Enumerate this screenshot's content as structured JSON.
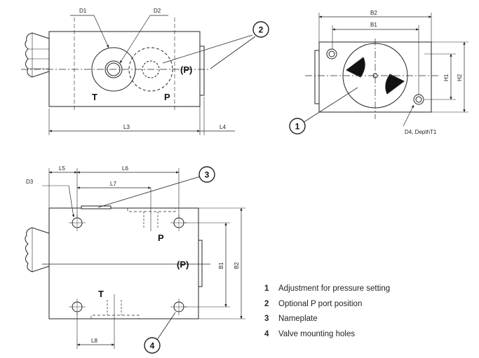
{
  "ports": {
    "tank": "T",
    "pressure": "P",
    "optional_pressure": "(P)"
  },
  "dimensions": {
    "d1": "D1",
    "d2": "D2",
    "d3": "D3",
    "d4_depth": "D4, DepthT1",
    "l3": "L3",
    "l4": "L4",
    "l5": "L5",
    "l6": "L6",
    "l7": "L7",
    "l8": "L8",
    "b1": "B1",
    "b2": "B2",
    "h1": "H1",
    "h2": "H2"
  },
  "callouts": [
    "1",
    "2",
    "3",
    "4"
  ],
  "legend": [
    {
      "number": "1",
      "text": "Adjustment for pressure setting"
    },
    {
      "number": "2",
      "text": "Optional P port position"
    },
    {
      "number": "3",
      "text": "Nameplate"
    },
    {
      "number": "4",
      "text": "Valve mounting holes"
    }
  ],
  "colors": {
    "line": "#222222",
    "background": "#ffffff"
  }
}
